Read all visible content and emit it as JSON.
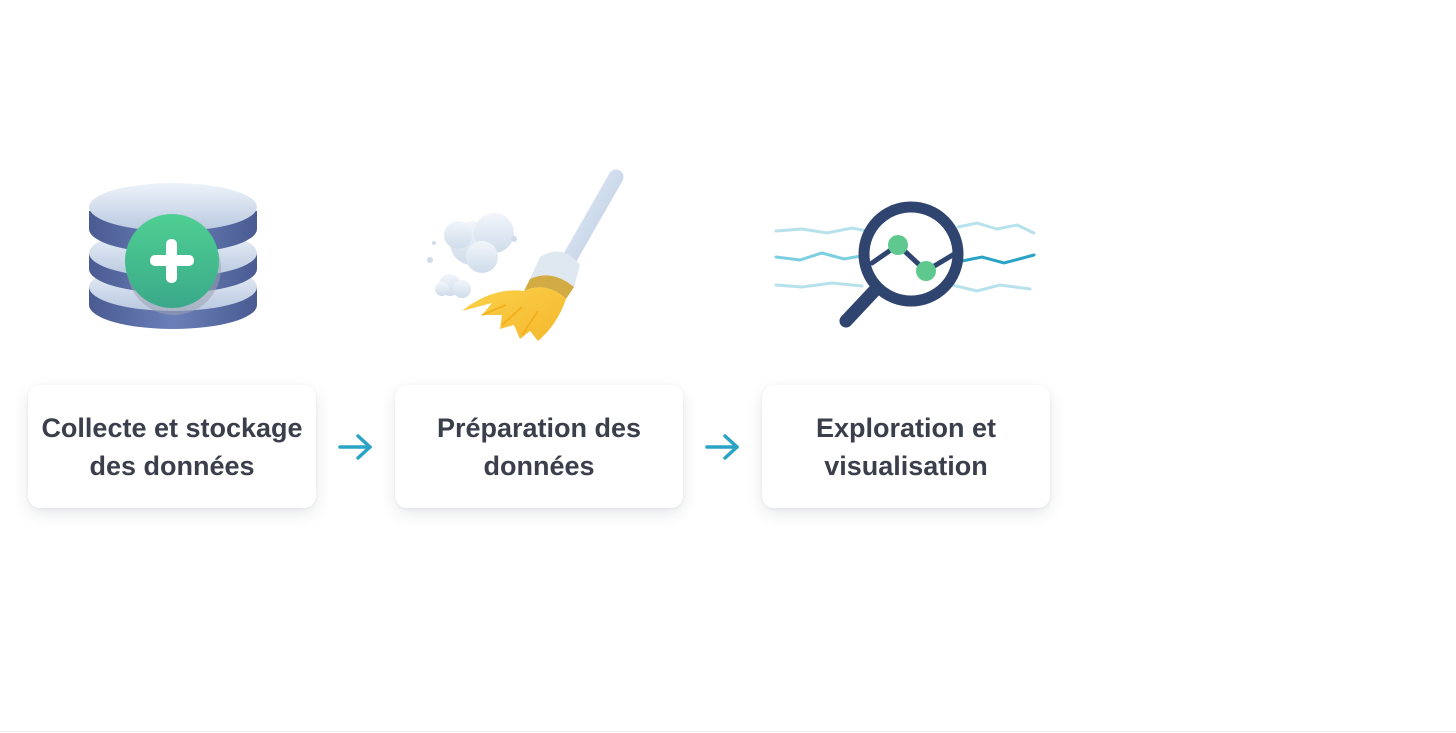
{
  "steps": [
    {
      "label_line1": "Collecte et stockage",
      "label_line2": "des données",
      "icon": "database-plus-icon"
    },
    {
      "label_line1": "Préparation des",
      "label_line2": "données",
      "icon": "broom-icon"
    },
    {
      "label_line1": "Exploration et",
      "label_line2": "visualisation",
      "icon": "magnifier-chart-icon"
    }
  ],
  "connector_icon": "arrow-right-icon",
  "colors": {
    "text": "#3a3f4b",
    "arrow": "#2aa3c4",
    "database": "#5a6da3",
    "plus_badge": "#47c18a",
    "broom_bristles": "#f8c53a",
    "magnifier": "#2f456f",
    "data_points": "#5fc88f",
    "signal_lines": "#7ccfe0"
  }
}
